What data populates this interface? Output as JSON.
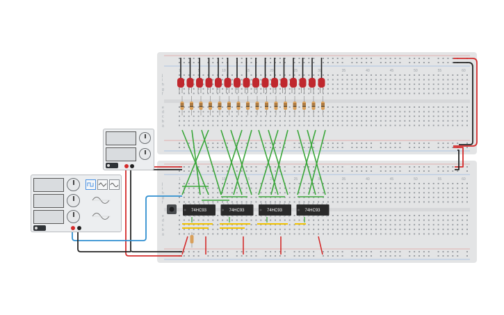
{
  "chips": [
    {
      "label": "74HC93"
    },
    {
      "label": "74HC93"
    },
    {
      "label": "74HC93"
    },
    {
      "label": "74HC93"
    }
  ],
  "top_board": {
    "row_letters_top": [
      "j",
      "i",
      "h",
      "g",
      "f"
    ],
    "row_letters_bottom": [
      "e",
      "d",
      "c",
      "b",
      "a"
    ],
    "column_numbers": [
      "1",
      "5",
      "10",
      "15",
      "20",
      "25",
      "30",
      "35",
      "40",
      "45",
      "50",
      "55",
      "60"
    ]
  },
  "bottom_board": {
    "row_letters_top": [
      "j",
      "i",
      "h",
      "g",
      "f"
    ],
    "row_letters_bottom": [
      "e",
      "d",
      "c",
      "b",
      "a"
    ],
    "column_numbers": [
      "1",
      "5",
      "10",
      "15",
      "20",
      "25",
      "30",
      "35",
      "40",
      "45",
      "50",
      "55",
      "60"
    ]
  },
  "led_count": 16,
  "resistor_count": 16,
  "function_generator": {
    "waveforms": [
      "square-wave-icon",
      "triangle-wave-icon",
      "sine-wave-icon"
    ],
    "selected_waveform": "square-wave-icon"
  },
  "colors": {
    "wire_red": "#d42a2a",
    "wire_black": "#222222",
    "wire_green": "#3aa63a",
    "wire_blue": "#2f8fd0",
    "wire_yellow": "#f2c200",
    "led_red": "#c0272d",
    "chip_body": "#2a2a2a"
  }
}
